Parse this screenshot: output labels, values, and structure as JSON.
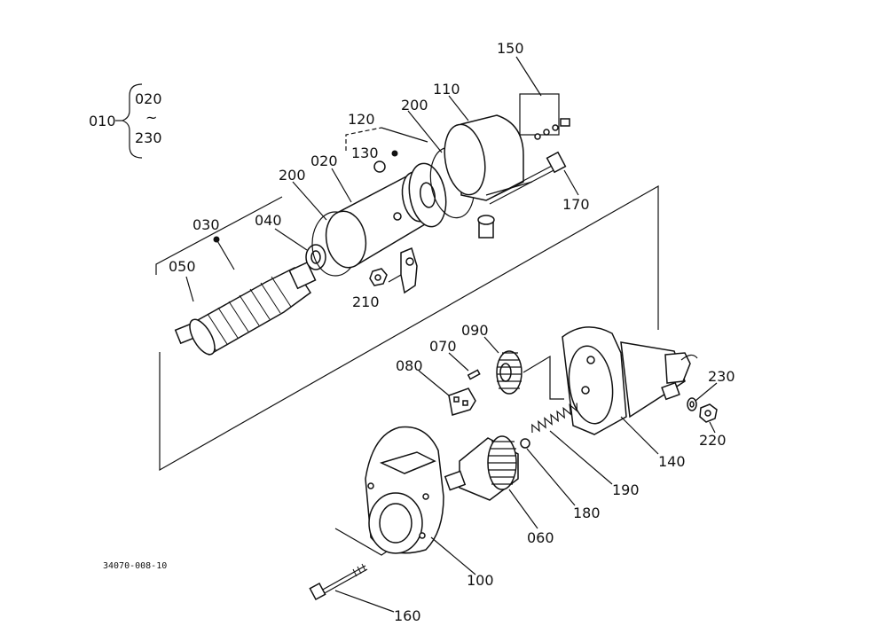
{
  "labels": {
    "p010": "010",
    "p020_range_top": "020",
    "p230_range_bottom": "230",
    "p020": "020",
    "p030": "030",
    "p040": "040",
    "p050": "050",
    "p060": "060",
    "p070": "070",
    "p080": "080",
    "p090": "090",
    "p100": "100",
    "p110": "110",
    "p120": "120",
    "p130": "130",
    "p140": "140",
    "p150": "150",
    "p160": "160",
    "p170": "170",
    "p180": "180",
    "p190": "190",
    "p200_left": "200",
    "p200_right": "200",
    "p210": "210",
    "p220": "220",
    "p230": "230",
    "range_tilde": "~"
  },
  "drawing_code": "34070-008-10"
}
